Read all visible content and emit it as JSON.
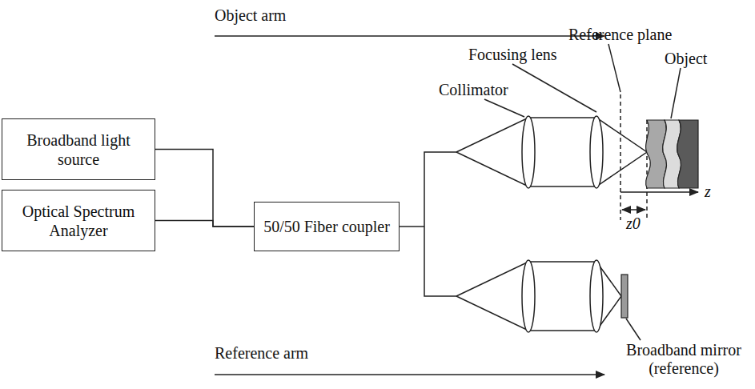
{
  "diagram": {
    "nodes": [
      {
        "text": [
          "Broadband light source"
        ]
      },
      {
        "text": [
          "Optical Spectrum Analyzer"
        ]
      },
      {
        "text": [
          "50/50 Fiber coupler"
        ]
      }
    ],
    "edges": [
      {
        "from": 0,
        "to": 2,
        "arrow": "none"
      },
      {
        "from": 1,
        "to": 2,
        "arrow": "none"
      }
    ],
    "labels": [
      "Object arm",
      "Focusing lens",
      "Collimator",
      "Reference plane",
      "Object",
      "z",
      "z0",
      "Reference arm",
      "Broadband mirror (reference)"
    ]
  }
}
